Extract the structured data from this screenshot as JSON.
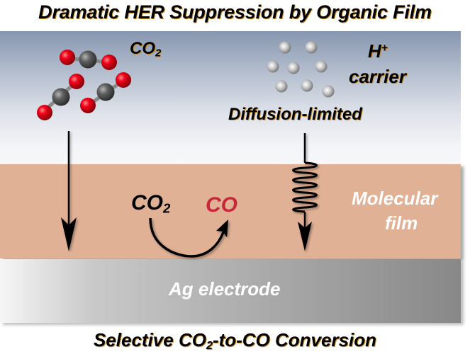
{
  "title": "Dramatic HER Suppression by Organic Film",
  "solution": {
    "co2_label": {
      "main": "CO",
      "sub": "2"
    },
    "h_label": {
      "main": "H",
      "sup": "+"
    },
    "carrier_label": "carrier",
    "diffusion_label": "Diffusion-limited",
    "co2_molecule_count": 3,
    "proton_count": 8
  },
  "film": {
    "label_line1": "Molecular",
    "label_line2": "film",
    "reactant": {
      "main": "CO",
      "sub": "2"
    },
    "product": "CO"
  },
  "electrode": {
    "label": "Ag electrode"
  },
  "caption": {
    "pre": "Selective CO",
    "sub": "2",
    "post": "-to-CO Conversion"
  },
  "colors": {
    "oxygen": "#e8001a",
    "carbon": "#5a5a5a",
    "proton": "#c8c8c8",
    "film": "#e0b195",
    "product_co": "#c8263a"
  }
}
